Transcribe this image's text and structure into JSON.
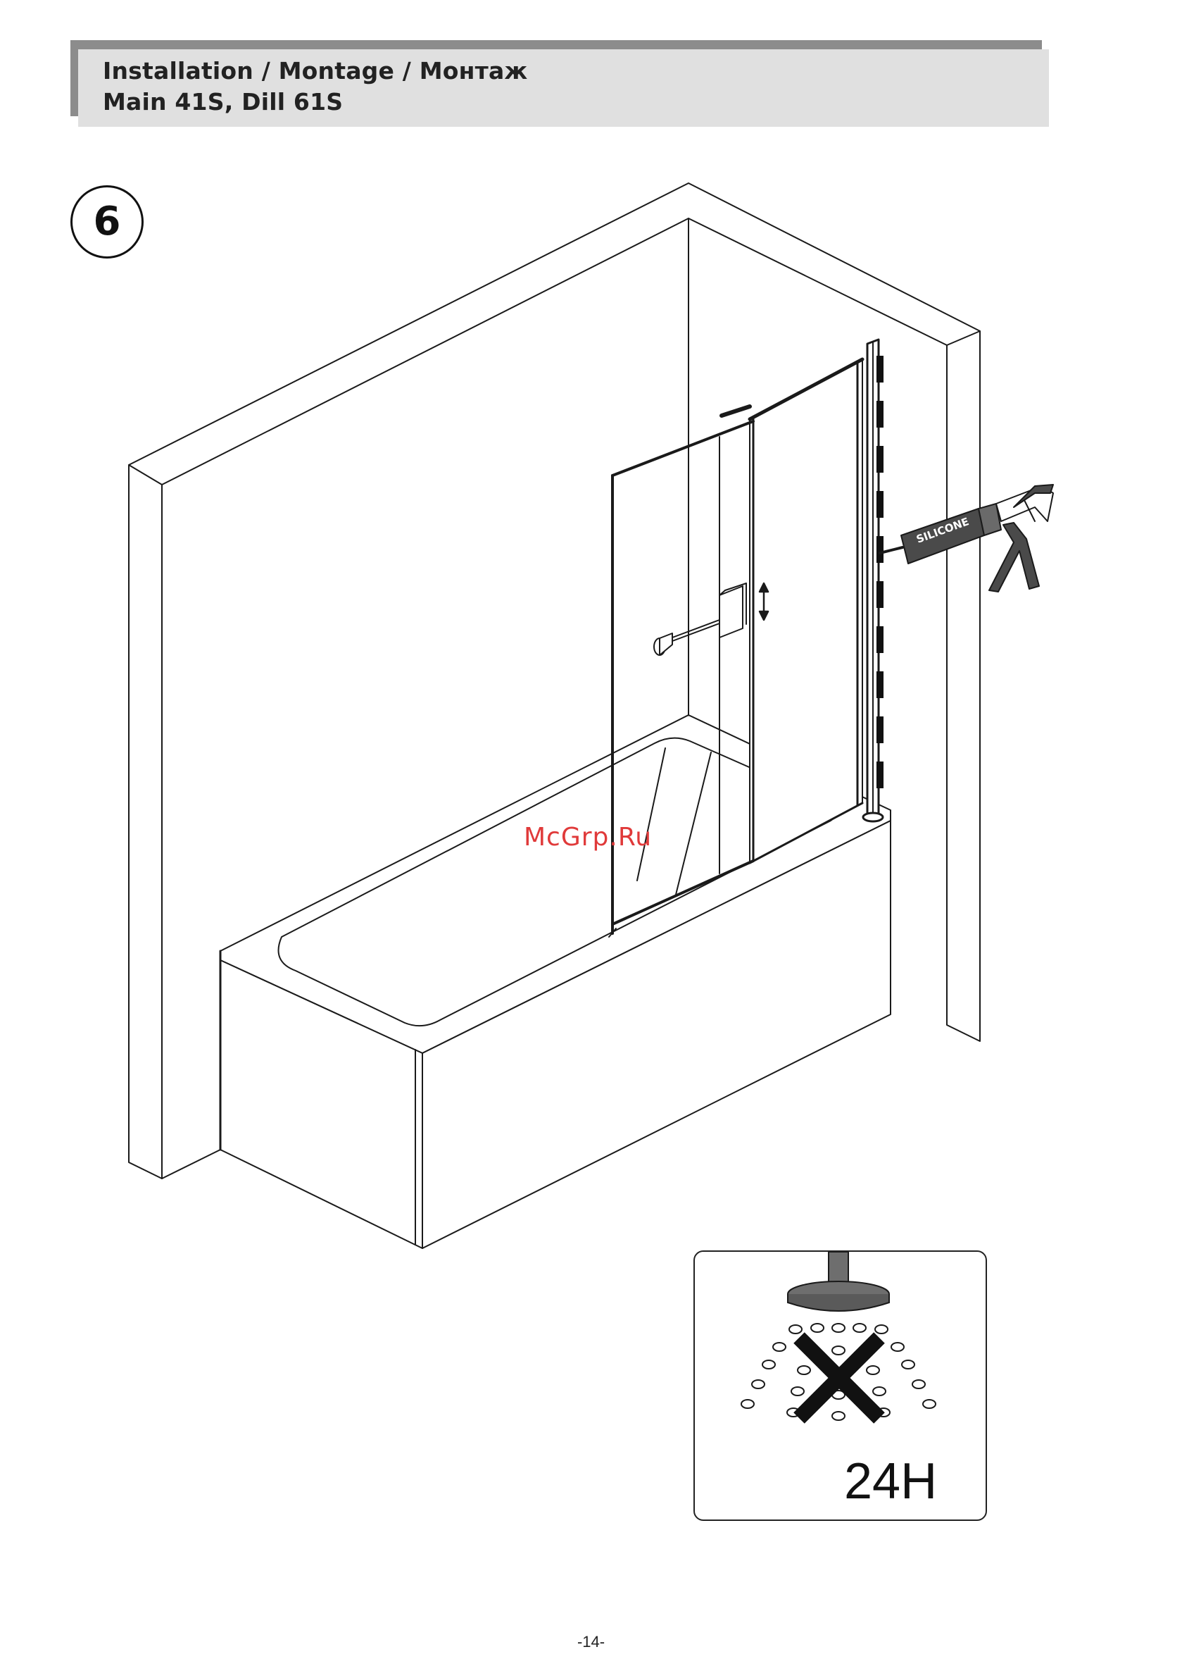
{
  "header": {
    "line1": "Installation / Montage / Монтаж",
    "line2": "Main 41S, Dill 61S"
  },
  "step": {
    "number": "6"
  },
  "illustration": {
    "silicone_label": "SILICONE",
    "wait_label": "24H",
    "icons": [
      "silicone-gun-icon",
      "shower-head-icon",
      "no-water-cross-icon",
      "adjust-up-down-arrow-icon"
    ]
  },
  "watermark": "McGrp.Ru",
  "footer": {
    "page_number": "-14-"
  }
}
